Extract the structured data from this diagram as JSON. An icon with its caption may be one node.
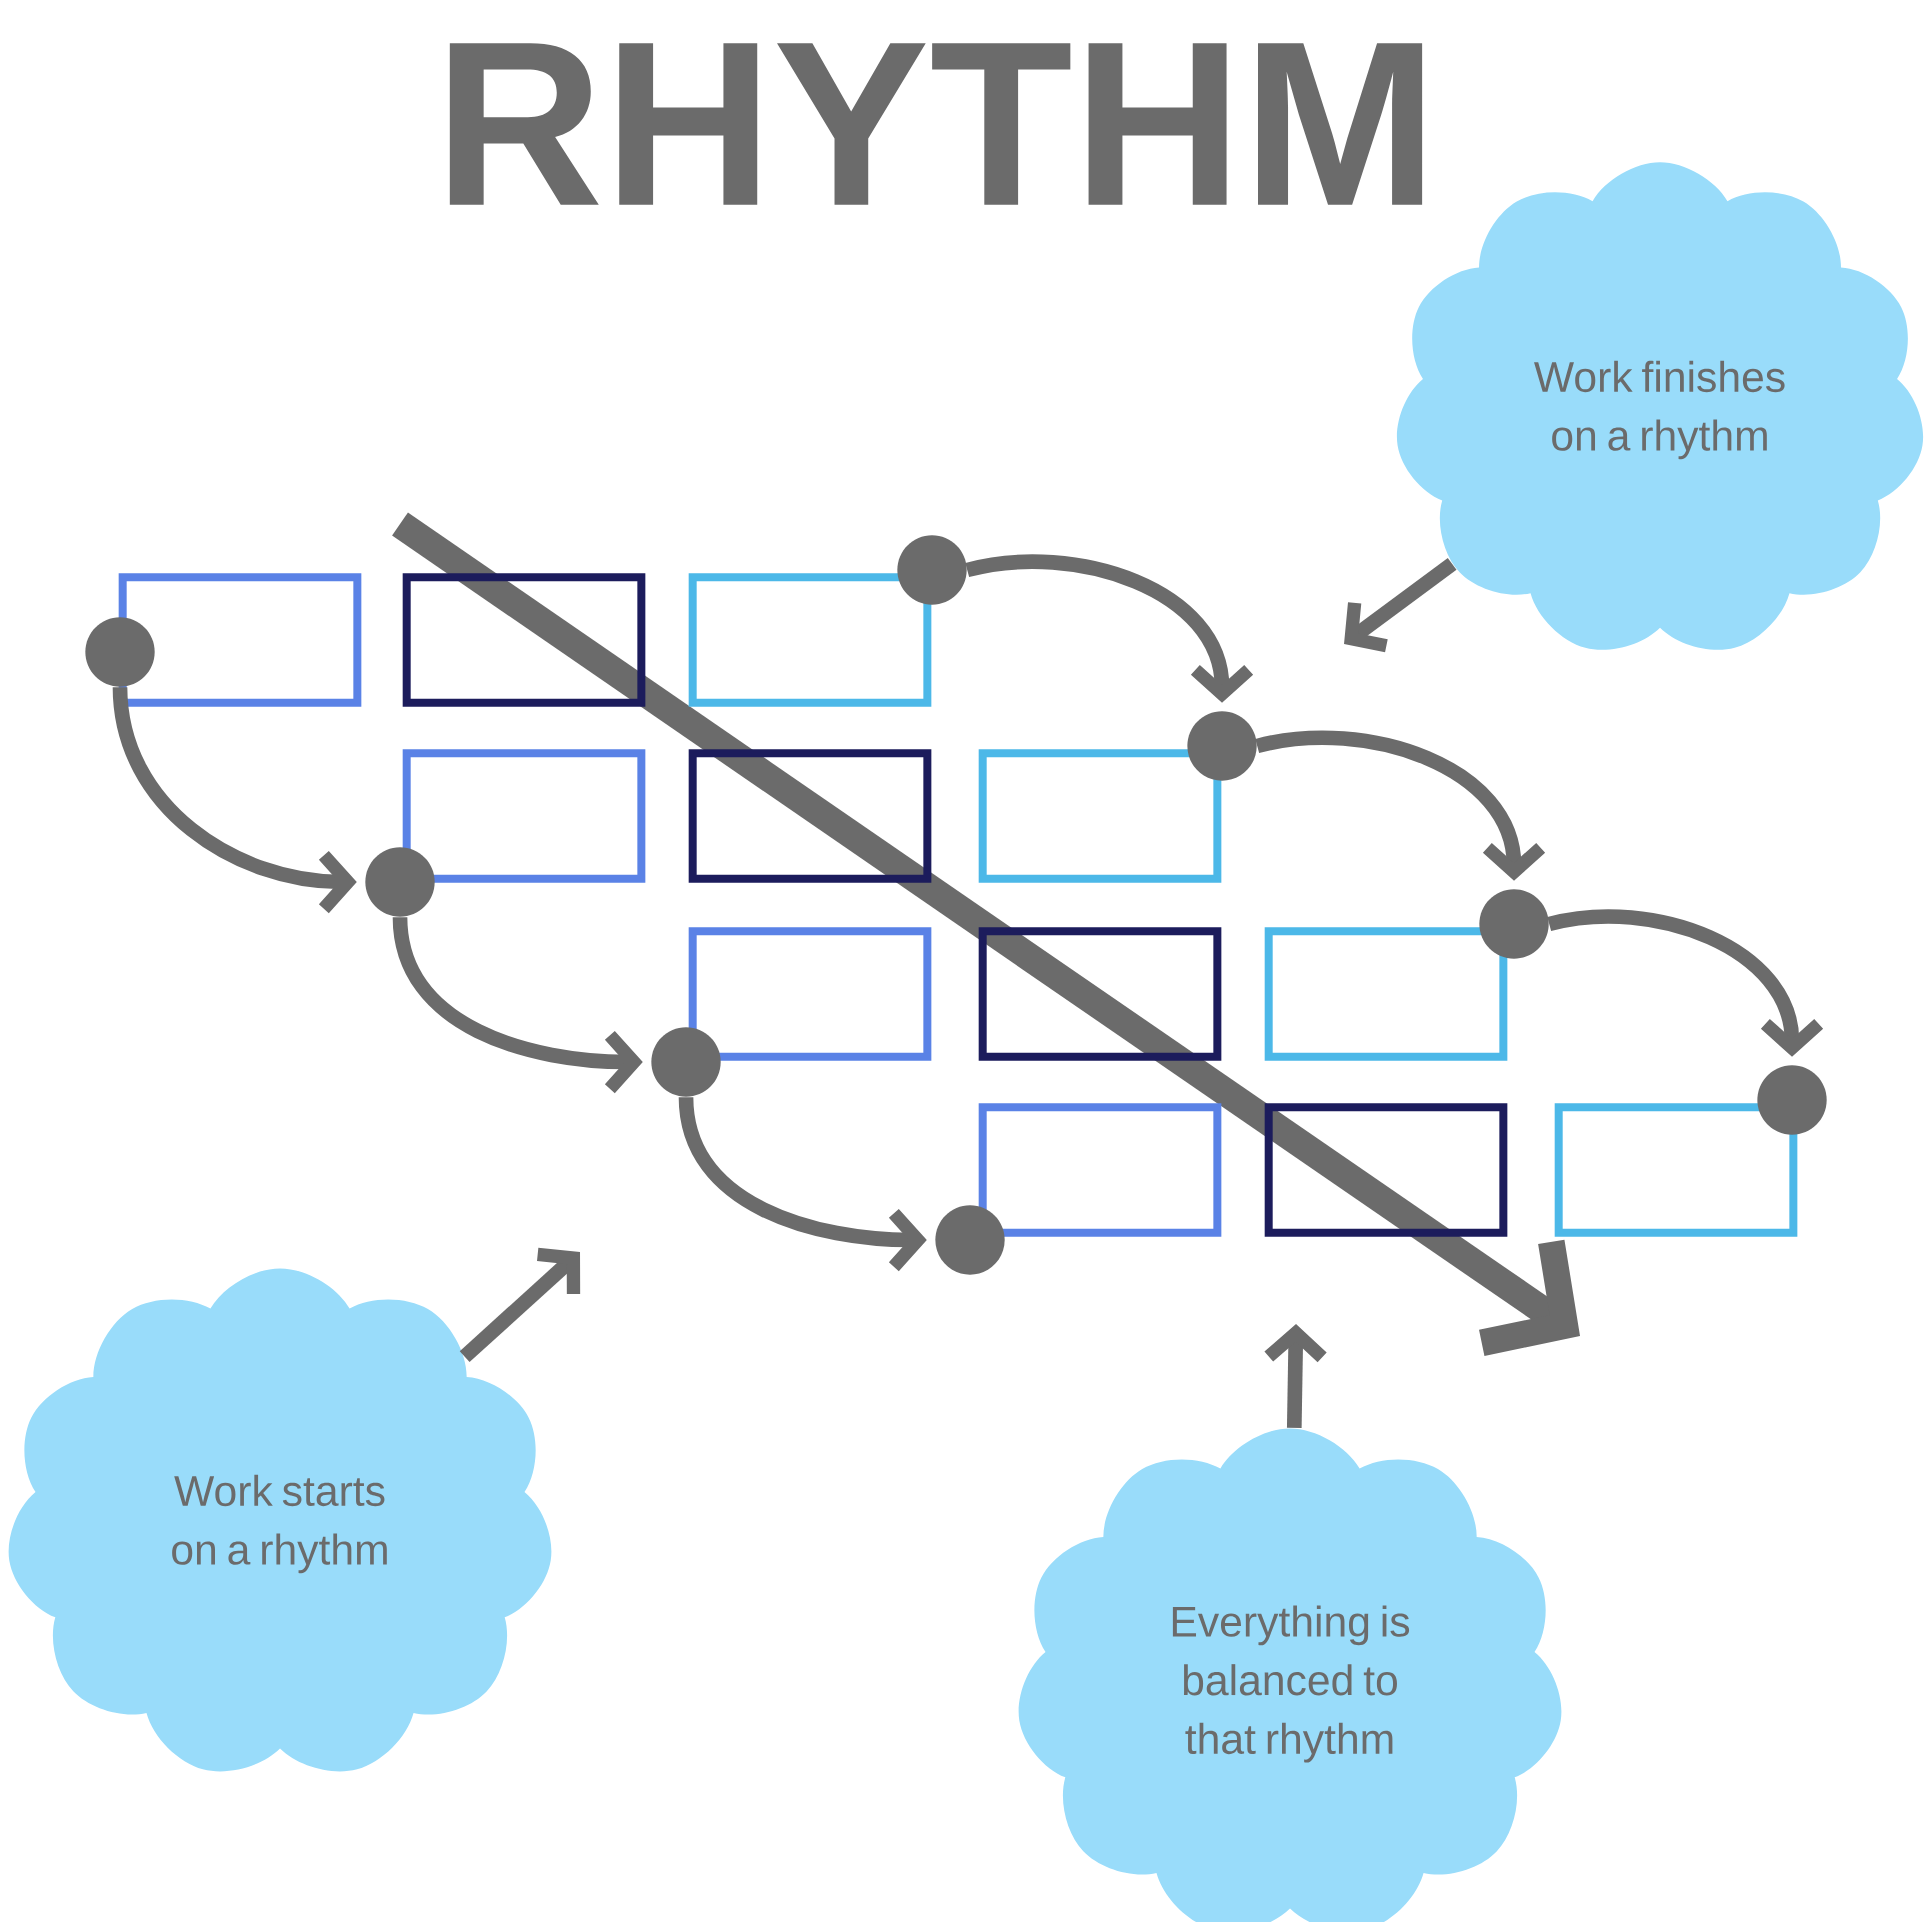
{
  "diagram": {
    "title": "RHYTHM",
    "nodes": [
      {
        "text": [
          "Work finishes on a rhythm"
        ]
      },
      {
        "text": [],
        "shape": "box"
      },
      {
        "text": [],
        "shape": "box"
      },
      {
        "text": [],
        "shape": "box"
      },
      {
        "text": [],
        "shape": "box"
      },
      {
        "text": [],
        "shape": "box"
      },
      {
        "text": [],
        "shape": "box"
      },
      {
        "text": [],
        "shape": "box"
      },
      {
        "text": [],
        "shape": "box"
      },
      {
        "text": [],
        "shape": "box"
      },
      {
        "text": [],
        "shape": "box"
      },
      {
        "text": [],
        "shape": "box"
      },
      {
        "text": [],
        "shape": "box"
      },
      {
        "text": [],
        "shape": "circle"
      },
      {
        "text": [],
        "shape": "circle"
      },
      {
        "text": [],
        "shape": "circle"
      },
      {
        "text": [],
        "shape": "circle"
      },
      {
        "text": [],
        "shape": "circle"
      },
      {
        "text": [],
        "shape": "circle"
      },
      {
        "text": [],
        "shape": "circle"
      },
      {
        "text": [],
        "shape": "circle"
      },
      {
        "text": [
          "Work starts on a rhythm"
        ]
      },
      {
        "text": [
          "Everything is balanced to that rhythm"
        ]
      }
    ],
    "edges": [
      {
        "from": 13,
        "to": 14,
        "arrow": "to"
      },
      {
        "from": 14,
        "to": 15,
        "arrow": "to"
      },
      {
        "from": 15,
        "to": 16,
        "arrow": "to"
      },
      {
        "from": 17,
        "to": 18,
        "arrow": "to"
      },
      {
        "from": 18,
        "to": 19,
        "arrow": "to"
      },
      {
        "from": 19,
        "to": 20,
        "arrow": "to"
      },
      {
        "from": 0,
        "to": null,
        "arrow": "to"
      },
      {
        "from": 21,
        "to": null,
        "arrow": "to"
      },
      {
        "from": 22,
        "to": null,
        "arrow": "to"
      }
    ]
  }
}
